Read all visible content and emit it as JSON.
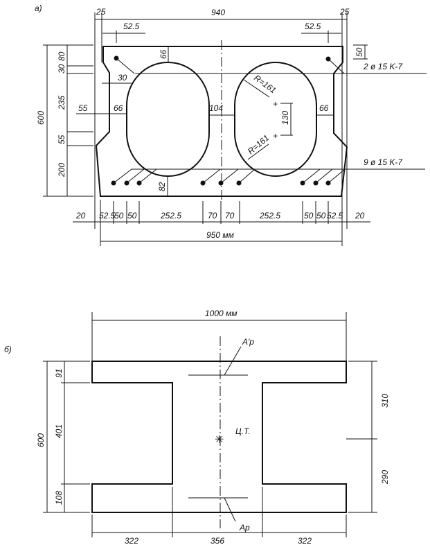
{
  "section_a": {
    "label": "а)",
    "total_top": "940",
    "edge_left": "25",
    "edge_right": "25",
    "off_left": "52.5",
    "off_right": "52.5",
    "height_total": "600",
    "h1": "80",
    "h2": "30",
    "h3": "235",
    "h4": "55",
    "h5": "200",
    "top_cover": "66",
    "chamfer": "30",
    "side_left": "55",
    "wall_left": "66",
    "web": "104",
    "wall_right": "66",
    "radius_top": "R=161",
    "radius_bottom": "R=161",
    "center_gap": "130",
    "bottom_cover": "82",
    "top_bar_offset": "50",
    "top_reinf": "2 ø 15 K-7",
    "bottom_reinf": "9 ø 15 K-7",
    "bottom_dims": [
      "20",
      "52.5",
      "50",
      "50",
      "252.5",
      "70",
      "70",
      "252.5",
      "50",
      "50",
      "52.5",
      "20"
    ],
    "width_total": "950 мм"
  },
  "section_b": {
    "label": "б)",
    "width_total": "1000 мм",
    "height_total": "600",
    "left_dims": [
      "91",
      "401",
      "108"
    ],
    "right_dims": [
      "310",
      "290"
    ],
    "bottom_dims": [
      "322",
      "356",
      "322"
    ],
    "ap_top": "A'p",
    "ap_bottom": "Ap",
    "centroid": "Ц.Т."
  }
}
